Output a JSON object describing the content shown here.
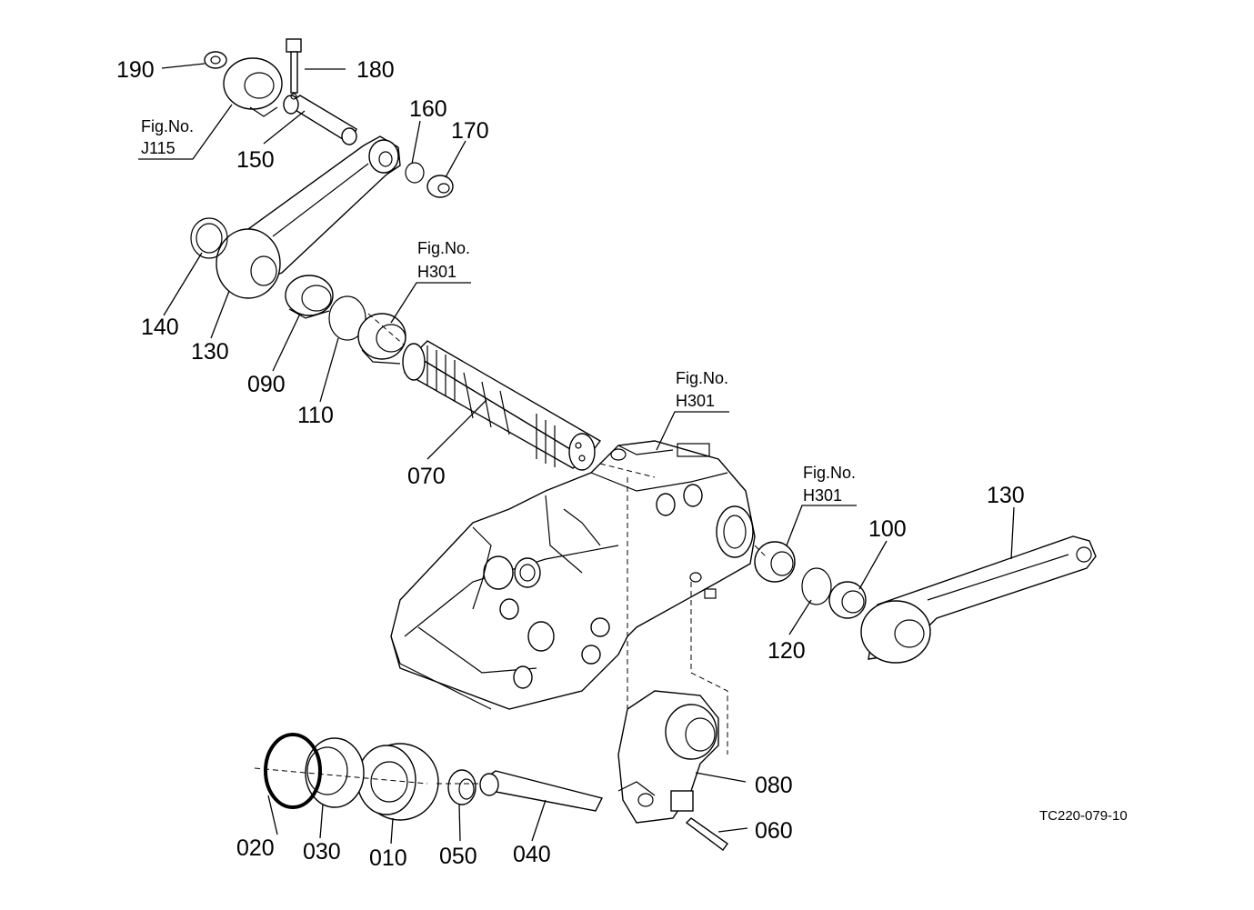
{
  "callouts": {
    "p190": "190",
    "p180": "180",
    "p160": "160",
    "p170": "170",
    "p150": "150",
    "p140": "140",
    "p130a": "130",
    "p090": "090",
    "p110": "110",
    "p070": "070",
    "p130b": "130",
    "p100": "100",
    "p120": "120",
    "p080": "080",
    "p060": "060",
    "p020": "020",
    "p030": "030",
    "p010": "010",
    "p050": "050",
    "p040": "040"
  },
  "figrefs": {
    "j115_title": "Fig.No.",
    "j115_code": "J115",
    "h301a_title": "Fig.No.",
    "h301a_code": "H301",
    "h301b_title": "Fig.No.",
    "h301b_code": "H301",
    "h301c_title": "Fig.No.",
    "h301c_code": "H301"
  },
  "drawing_code": "TC220-079-10"
}
